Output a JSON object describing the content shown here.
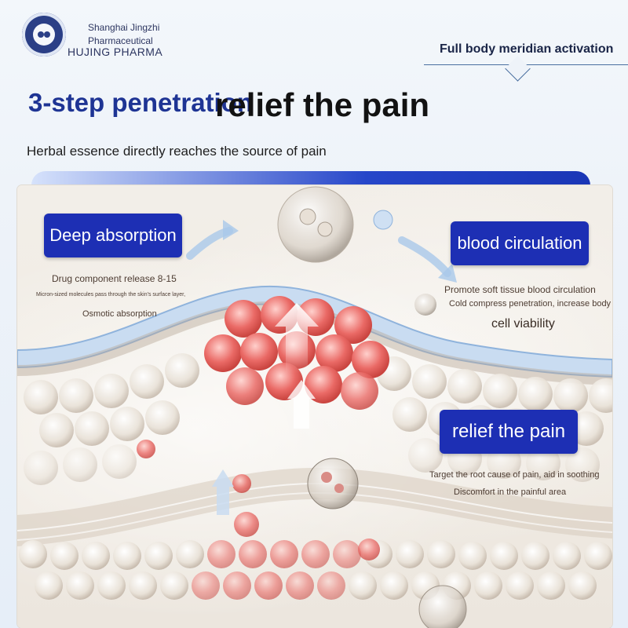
{
  "header": {
    "company_name": "Shanghai Jingzhi Pharmaceutical",
    "company_english": "HUJING PHARMA",
    "tagline": "Full body meridian activation"
  },
  "headline": {
    "part1": "3-step penetration",
    "part2": "relief the pain"
  },
  "subheadline": "Herbal essence directly reaches the source of pain",
  "steps": {
    "deep_absorption": {
      "title": "Deep absorption",
      "line1": "Drug component release 8-15",
      "line2": "Micron-sized molecules pass through the skin's surface layer,",
      "line3": "Osmotic absorption"
    },
    "blood_circulation": {
      "title": "blood circulation",
      "line1": "Promote soft tissue blood circulation",
      "line2": "Cold compress penetration, increase body",
      "line3": "cell viability"
    },
    "relief": {
      "title": "relief the pain",
      "line1": "Target the root cause of pain, aid in soothing",
      "line2": "Discomfort in the painful area"
    }
  },
  "colors": {
    "brand_blue": "#1d2fb4",
    "headline_blue": "#1e3494",
    "cell_red": "#e85a5a"
  }
}
